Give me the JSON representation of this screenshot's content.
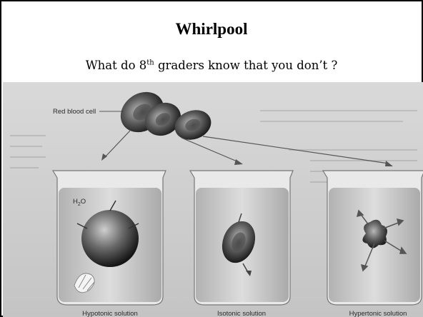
{
  "slide": {
    "title": "Whirlpool",
    "subtitle_prefix": "What do 8",
    "subtitle_sup": "th",
    "subtitle_suffix": " graders know that you don’t ?"
  },
  "figure": {
    "rbc_label": "Red blood cell",
    "water_label_main": "H",
    "water_label_sub": "2",
    "water_label_end": "O",
    "beakers": [
      {
        "label": "Hypotonic solution"
      },
      {
        "label": "Isotonic solution"
      },
      {
        "label": "Hypertonic solution"
      }
    ]
  }
}
